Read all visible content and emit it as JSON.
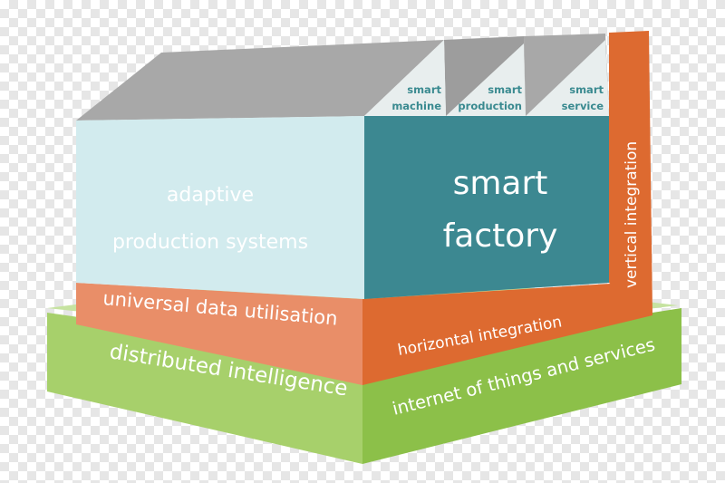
{
  "labels": {
    "roof_smart_machine_1": "smart",
    "roof_smart_machine_2": "machine",
    "roof_smart_production_1": "smart",
    "roof_smart_production_2": "production",
    "roof_smart_service_1": "smart",
    "roof_smart_service_2": "service",
    "adaptive_1": "adaptive",
    "adaptive_2": "production systems",
    "smart_factory_1": "smart",
    "smart_factory_2": "factory",
    "vertical_integration": "vertical integration",
    "universal_data": "universal data utilisation",
    "horizontal_integration": "horizontal integration",
    "distributed_intelligence": "distributed intelligence",
    "internet_of_things": "internet of things and services"
  },
  "colors": {
    "roof_gray": "#a8a8a8",
    "roof_gray_dark": "#959595",
    "gable_light": "#e8eeee",
    "left_wall": "#d2ebee",
    "front_wall": "#3c8891",
    "orange": "#dd6a30",
    "orange_light": "#e98e68",
    "green": "#8cc049",
    "green_light": "#a7d06b",
    "text_teal": "#3a8a90"
  }
}
